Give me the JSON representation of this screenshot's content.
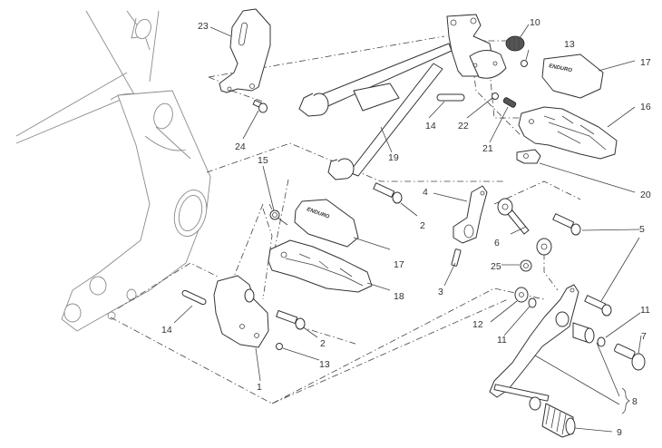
{
  "diagram": {
    "title": "",
    "subject": "footpeg and gear-change lever assembly (exploded view)",
    "line_color": "#333333",
    "frame_color": "#8a8a8a",
    "background": "#ffffff",
    "peg_logo_text": "ENDURO",
    "callouts": [
      {
        "id": "c1",
        "number": "1",
        "part": "left rider footpeg bracket"
      },
      {
        "id": "c2a",
        "number": "2",
        "part": "bracket screw (upper)"
      },
      {
        "id": "c2b",
        "number": "2",
        "part": "bracket screw (lower)"
      },
      {
        "id": "c3",
        "number": "3",
        "part": "gear linkage arm screw"
      },
      {
        "id": "c4",
        "number": "4",
        "part": "gear linkage arm"
      },
      {
        "id": "c5",
        "number": "5",
        "part": "screws"
      },
      {
        "id": "c6",
        "number": "6",
        "part": "gear linkage rod"
      },
      {
        "id": "c7",
        "number": "7",
        "part": "gear lever pivot screw"
      },
      {
        "id": "c8",
        "number": "8",
        "part": "gear change lever assembly"
      },
      {
        "id": "c9",
        "number": "9",
        "part": "gear lever rubber"
      },
      {
        "id": "c10",
        "number": "10",
        "part": "rubber bumper"
      },
      {
        "id": "c11a",
        "number": "11",
        "part": "washer (inner)"
      },
      {
        "id": "c11b",
        "number": "11",
        "part": "washer (outer)"
      },
      {
        "id": "c12",
        "number": "12",
        "part": "washer"
      },
      {
        "id": "c13a",
        "number": "13",
        "part": "circlip (upper)"
      },
      {
        "id": "c13b",
        "number": "13",
        "part": "circlip (lower)"
      },
      {
        "id": "c14a",
        "number": "14",
        "part": "pin (upper)"
      },
      {
        "id": "c14b",
        "number": "14",
        "part": "pin (lower)"
      },
      {
        "id": "c15",
        "number": "15",
        "part": "spring"
      },
      {
        "id": "c16",
        "number": "16",
        "part": "passenger footpeg"
      },
      {
        "id": "c17a",
        "number": "17",
        "part": "footpeg rubber (upper)"
      },
      {
        "id": "c17b",
        "number": "17",
        "part": "footpeg rubber (lower)"
      },
      {
        "id": "c18",
        "number": "18",
        "part": "rider footpeg"
      },
      {
        "id": "c19",
        "number": "19",
        "part": "passenger footpeg bracket"
      },
      {
        "id": "c20",
        "number": "20",
        "part": "footpeg plate"
      },
      {
        "id": "c21",
        "number": "21",
        "part": "spring"
      },
      {
        "id": "c22",
        "number": "22",
        "part": "ball"
      },
      {
        "id": "c23",
        "number": "23",
        "part": "heel guard"
      },
      {
        "id": "c24",
        "number": "24",
        "part": "heel guard screw"
      },
      {
        "id": "c25",
        "number": "25",
        "part": "nut"
      }
    ]
  }
}
